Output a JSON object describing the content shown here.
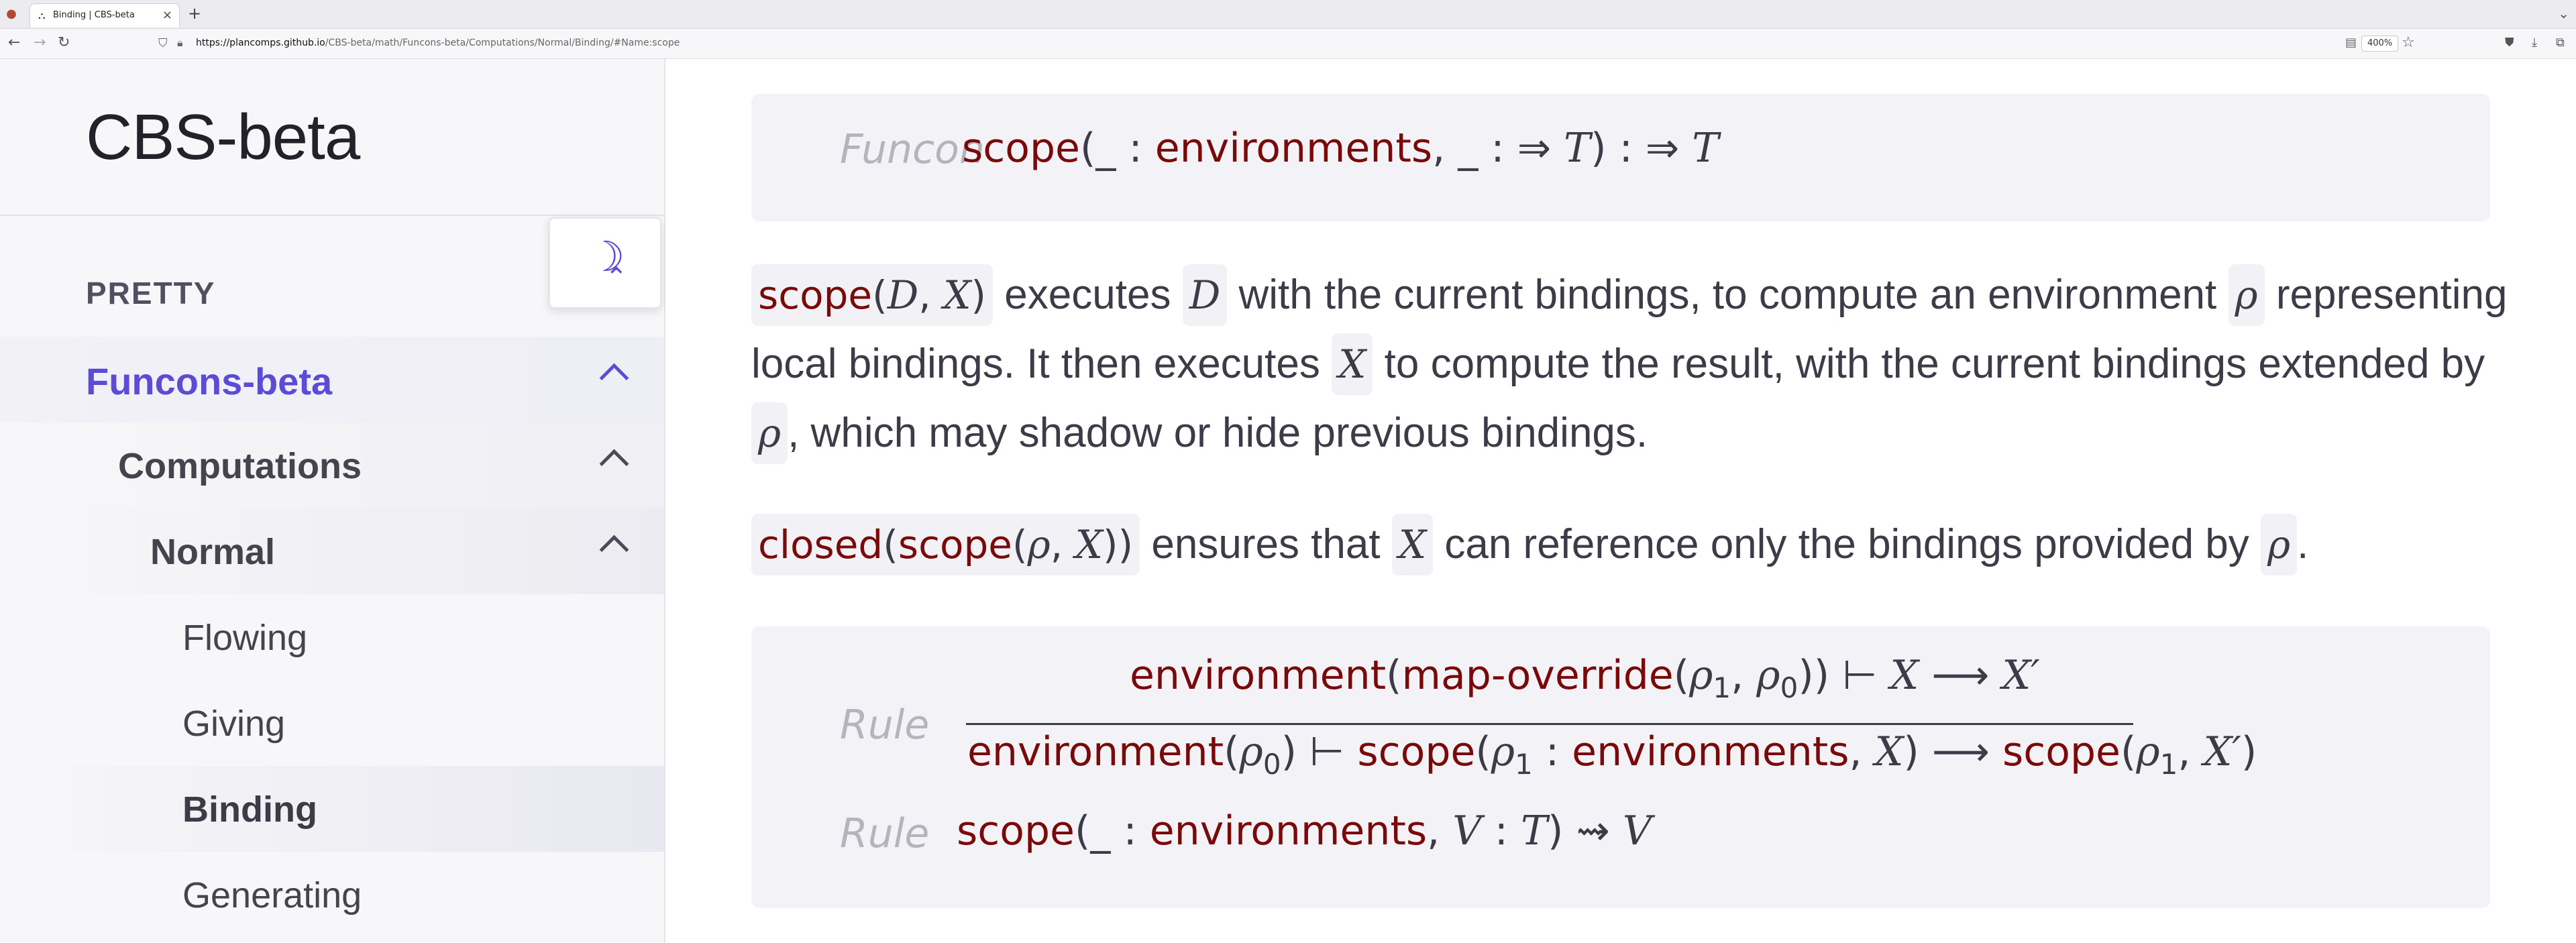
{
  "browser": {
    "tab_title": "Binding | CBS-beta",
    "tab_close": "×",
    "new_tab": "+",
    "url_host": "https://plancomps.github.io",
    "url_path": "/CBS-beta/math/Funcons-beta/Computations/Normal/Binding/#Name:scope",
    "zoom": "400%",
    "icons": [
      "back-arrow-icon",
      "forward-arrow-icon",
      "reload-icon",
      "shield-icon",
      "lock-icon",
      "reader-icon",
      "star-icon",
      "pocket-icon",
      "download-icon",
      "extensions-icon"
    ]
  },
  "sidebar": {
    "site_title": "CBS-beta",
    "section_label": "PRETTY",
    "theme_icon": "☽",
    "items": [
      {
        "label": "Funcons-beta",
        "level": 1,
        "expanded": true
      },
      {
        "label": "Computations",
        "level": 2,
        "expanded": true
      },
      {
        "label": "Normal",
        "level": 3,
        "expanded": true
      },
      {
        "label": "Flowing",
        "level": 4
      },
      {
        "label": "Giving",
        "level": 4
      },
      {
        "label": "Binding",
        "level": 4,
        "active": true
      },
      {
        "label": "Generating",
        "level": 4
      }
    ]
  },
  "main": {
    "funcon": {
      "label": "Funcon",
      "name": "scope",
      "arg1": "_",
      "colon": ":",
      "type1": "environments",
      "arg2": "_",
      "arrow": "⇒",
      "type_var": "T",
      "result_type_var": "T"
    },
    "para1": {
      "t1": "executes",
      "t2": "with the current bindings, to compute an environment",
      "t3": "representing local bindings. It then executes",
      "t4": "to compute the result, with the current bindings extended by",
      "t5": ", which may shadow or hide previous bindings."
    },
    "para2": {
      "closed": "closed",
      "t1": "ensures that",
      "t2": "can reference only the bindings provided by",
      "t3": "."
    },
    "terms": {
      "scope": "scope",
      "D": "D",
      "X": "X",
      "rho": "ρ",
      "environments": "environments",
      "environment": "environment",
      "map_override": "map-override"
    },
    "rules": {
      "label": "Rule",
      "turnstile": "⊢",
      "step": "⟶",
      "prime_X": "X′",
      "rewrite": "⇝",
      "V": "V",
      "T": "T"
    }
  },
  "colors": {
    "accent": "#5b4bd6",
    "funcon_keyword": "#7a0a0a",
    "rule_label": "#b4b4bf",
    "box_background": "#f3f3f7"
  }
}
